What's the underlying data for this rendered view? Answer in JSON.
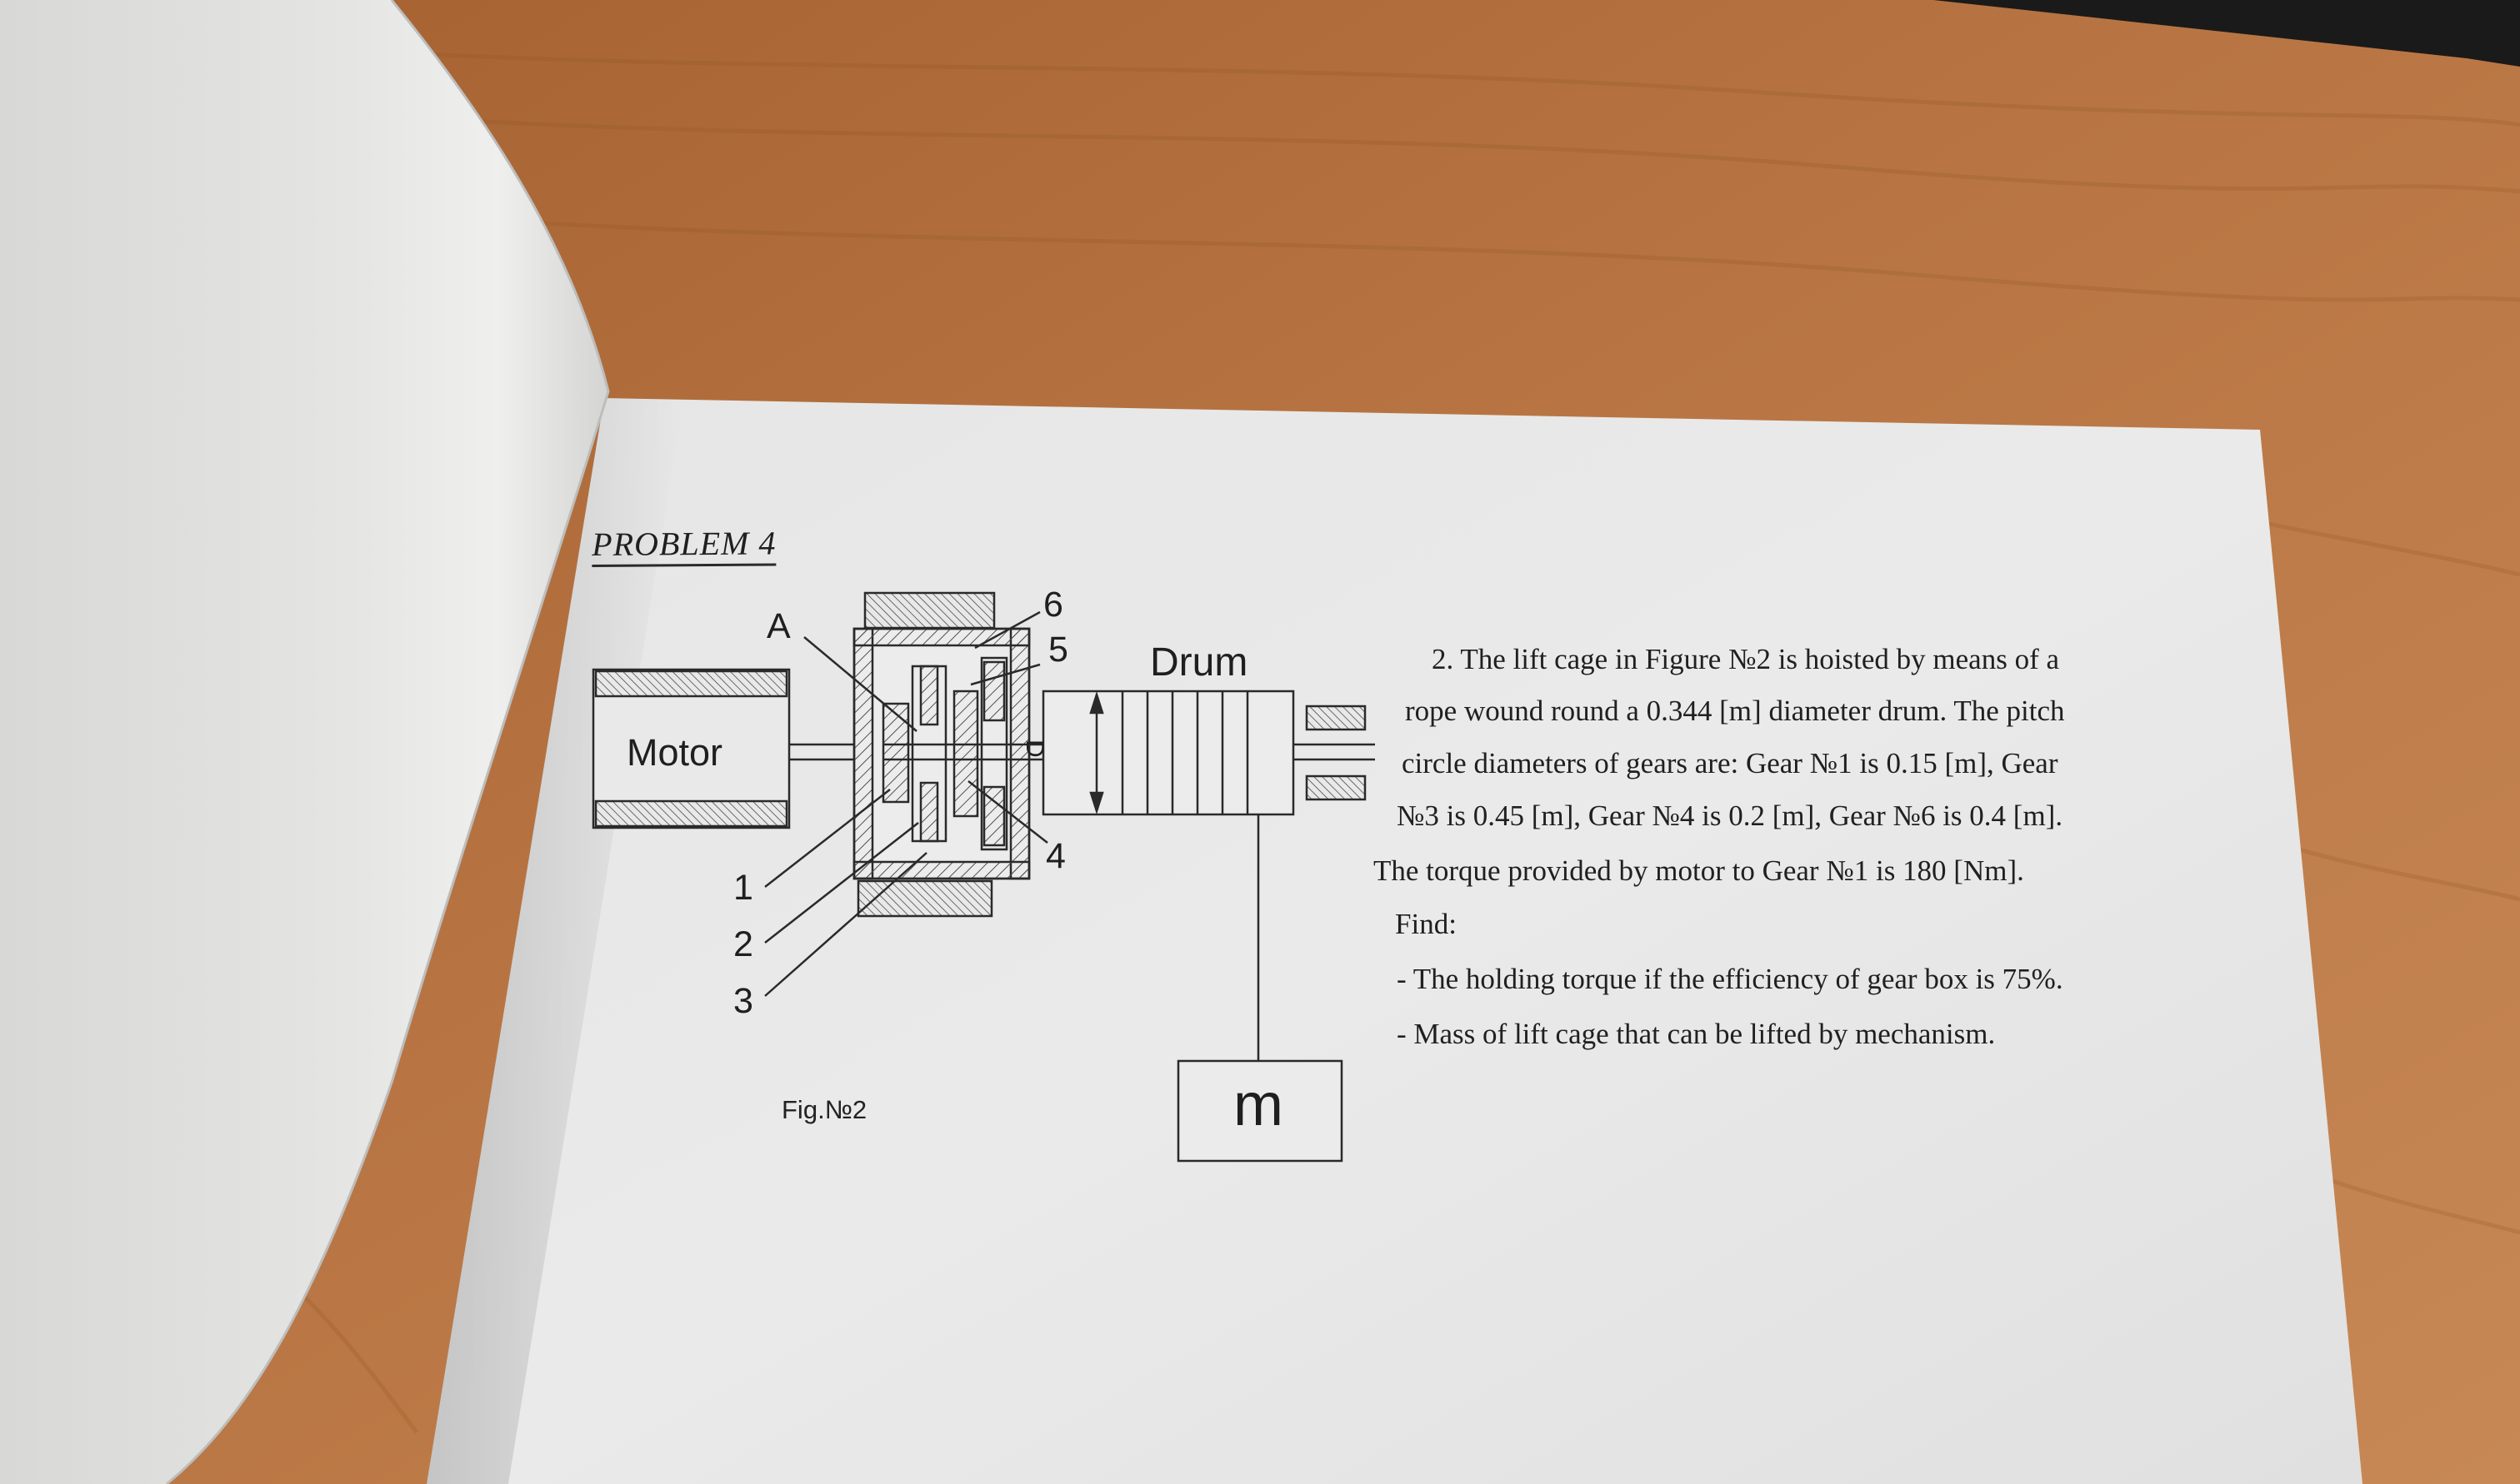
{
  "problem": {
    "title": "PROBLEM 4"
  },
  "figure": {
    "labels": {
      "motor": "Motor",
      "drum": "Drum",
      "mass": "m",
      "A": "A",
      "n1": "1",
      "n2": "2",
      "n3": "3",
      "n4": "4",
      "n5": "5",
      "n6": "6",
      "D": "D"
    },
    "caption": "Fig.№2"
  },
  "statement": {
    "lines": [
      "2. The lift cage in Figure №2 is hoisted by means of a",
      "rope wound round a 0.344 [m] diameter drum. The pitch",
      "circle diameters of gears are: Gear №1 is 0.15 [m], Gear",
      "№3 is 0.45 [m], Gear №4 is 0.2 [m], Gear №6 is 0.4 [m].",
      "The torque provided by motor to Gear №1 is 180 [Nm]."
    ],
    "find_label": "Find:",
    "find_items": [
      "- The holding torque if the efficiency of gear box is 75%.",
      "-  Mass of lift cage that can be lifted by mechanism."
    ]
  }
}
